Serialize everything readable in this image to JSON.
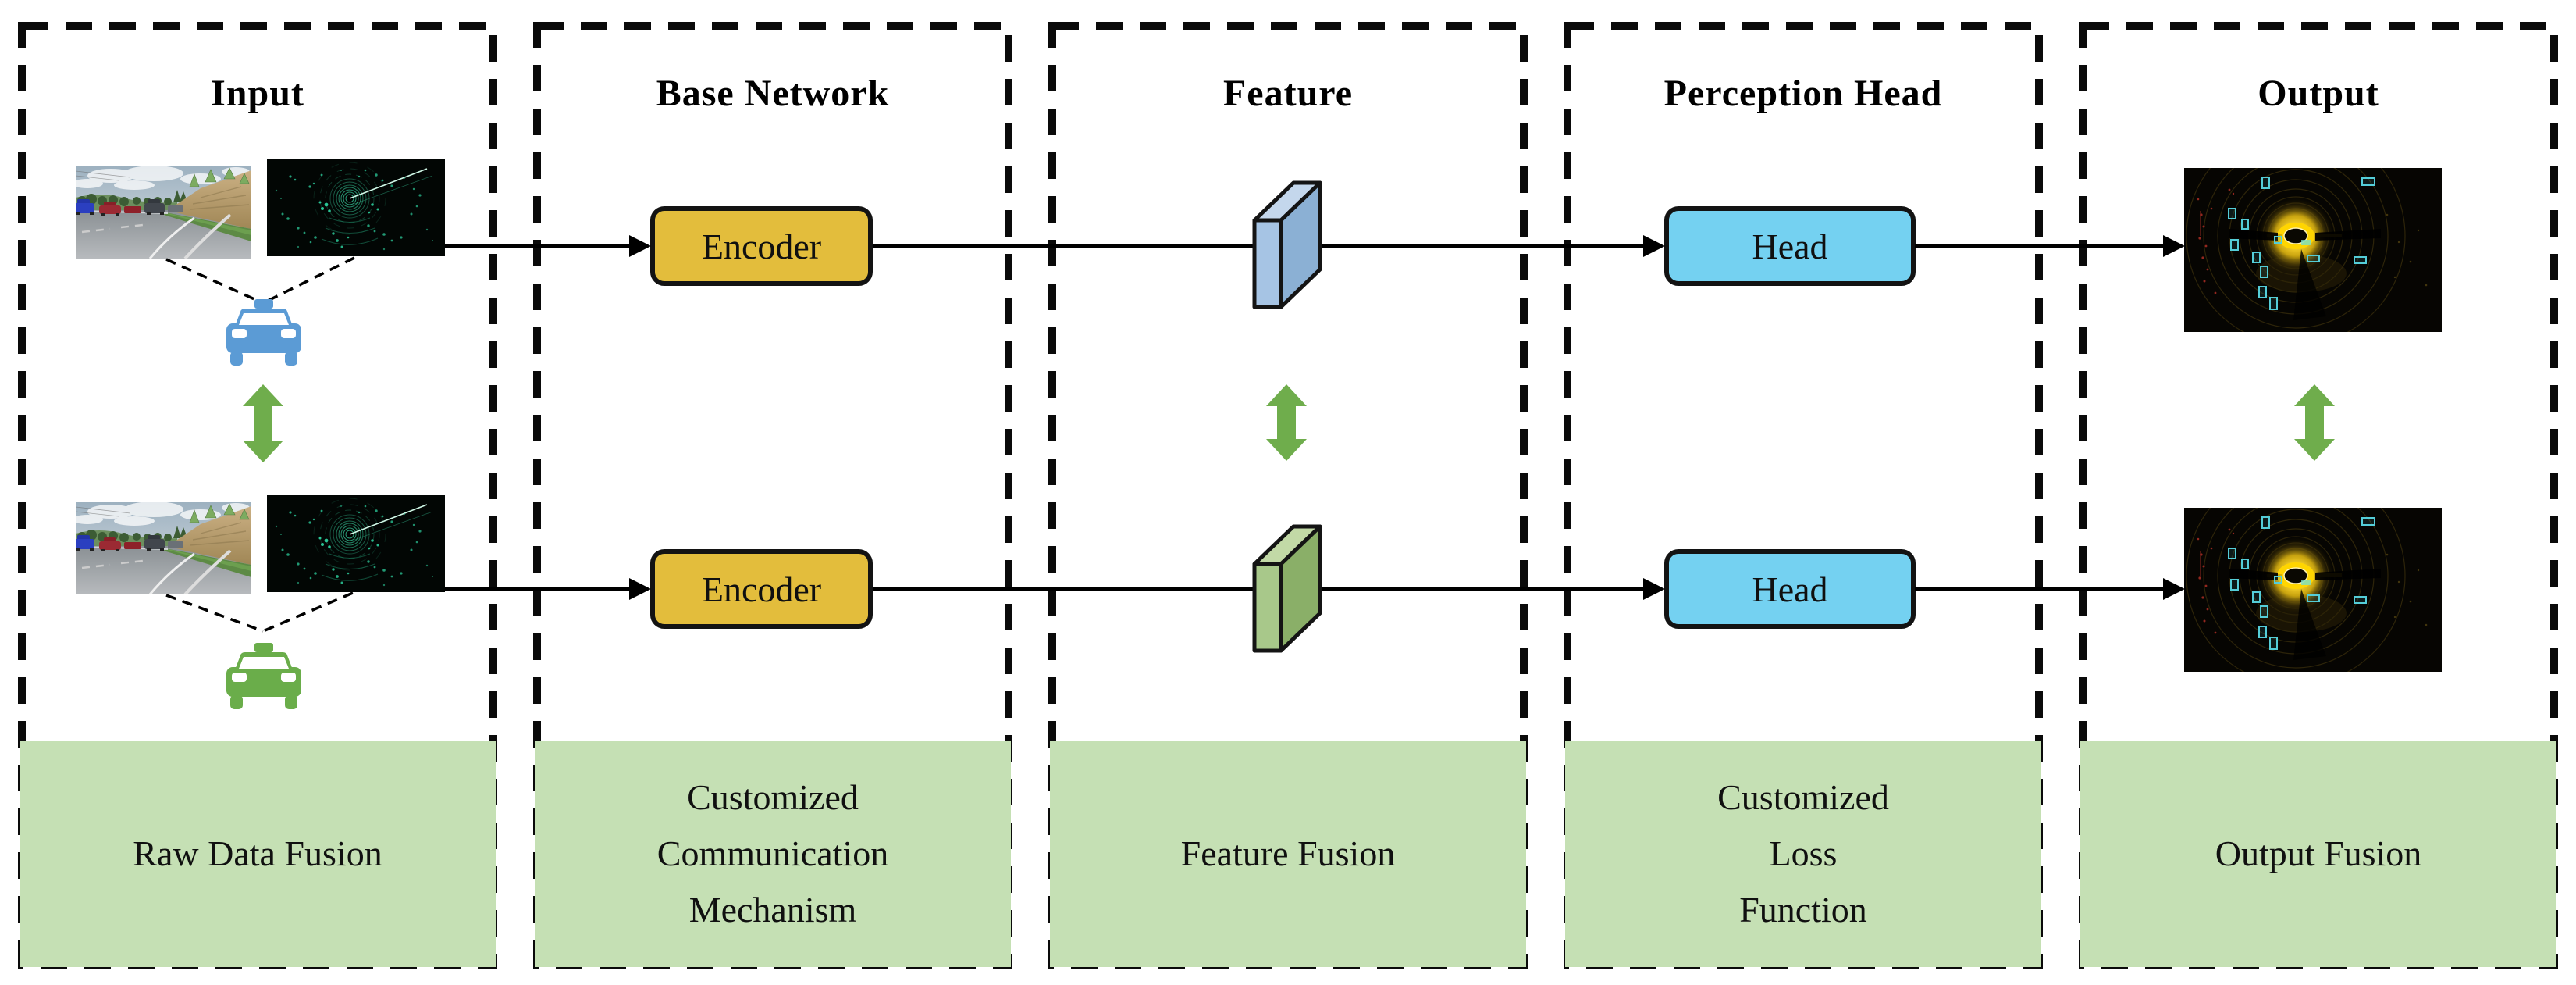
{
  "figure": {
    "columns": [
      {
        "title": "Input",
        "banner_lines": [
          "Raw Data Fusion"
        ]
      },
      {
        "title": "Base Network",
        "banner_lines": [
          "Customized",
          "Communication",
          "Mechanism"
        ],
        "box_label": "Encoder"
      },
      {
        "title": "Feature",
        "banner_lines": [
          "Feature Fusion"
        ]
      },
      {
        "title": "Perception Head",
        "banner_lines": [
          "Customized",
          "Loss",
          "Function"
        ],
        "box_label": "Head"
      },
      {
        "title": "Output",
        "banner_lines": [
          "Output Fusion"
        ]
      }
    ],
    "boxes": {
      "encoder": "Encoder",
      "head": "Head"
    },
    "icons": {
      "ego_car": "taxi-car-icon",
      "collaborator_car": "taxi-car-icon",
      "exchange_arrow": "double-vertical-arrow ⬍"
    },
    "colors": {
      "banner_green": "#c5e0b4",
      "arrow_green": "#6fad4c",
      "ego_car_blue": "#5b9bd5",
      "collab_car_green": "#6aad4a",
      "encoder_yellow": "#e3bd3c",
      "head_cyan": "#74d1f1",
      "feature_block_blue": "#a6c4e4",
      "feature_block_green": "#a8c88a",
      "line_black": "#000000"
    }
  }
}
